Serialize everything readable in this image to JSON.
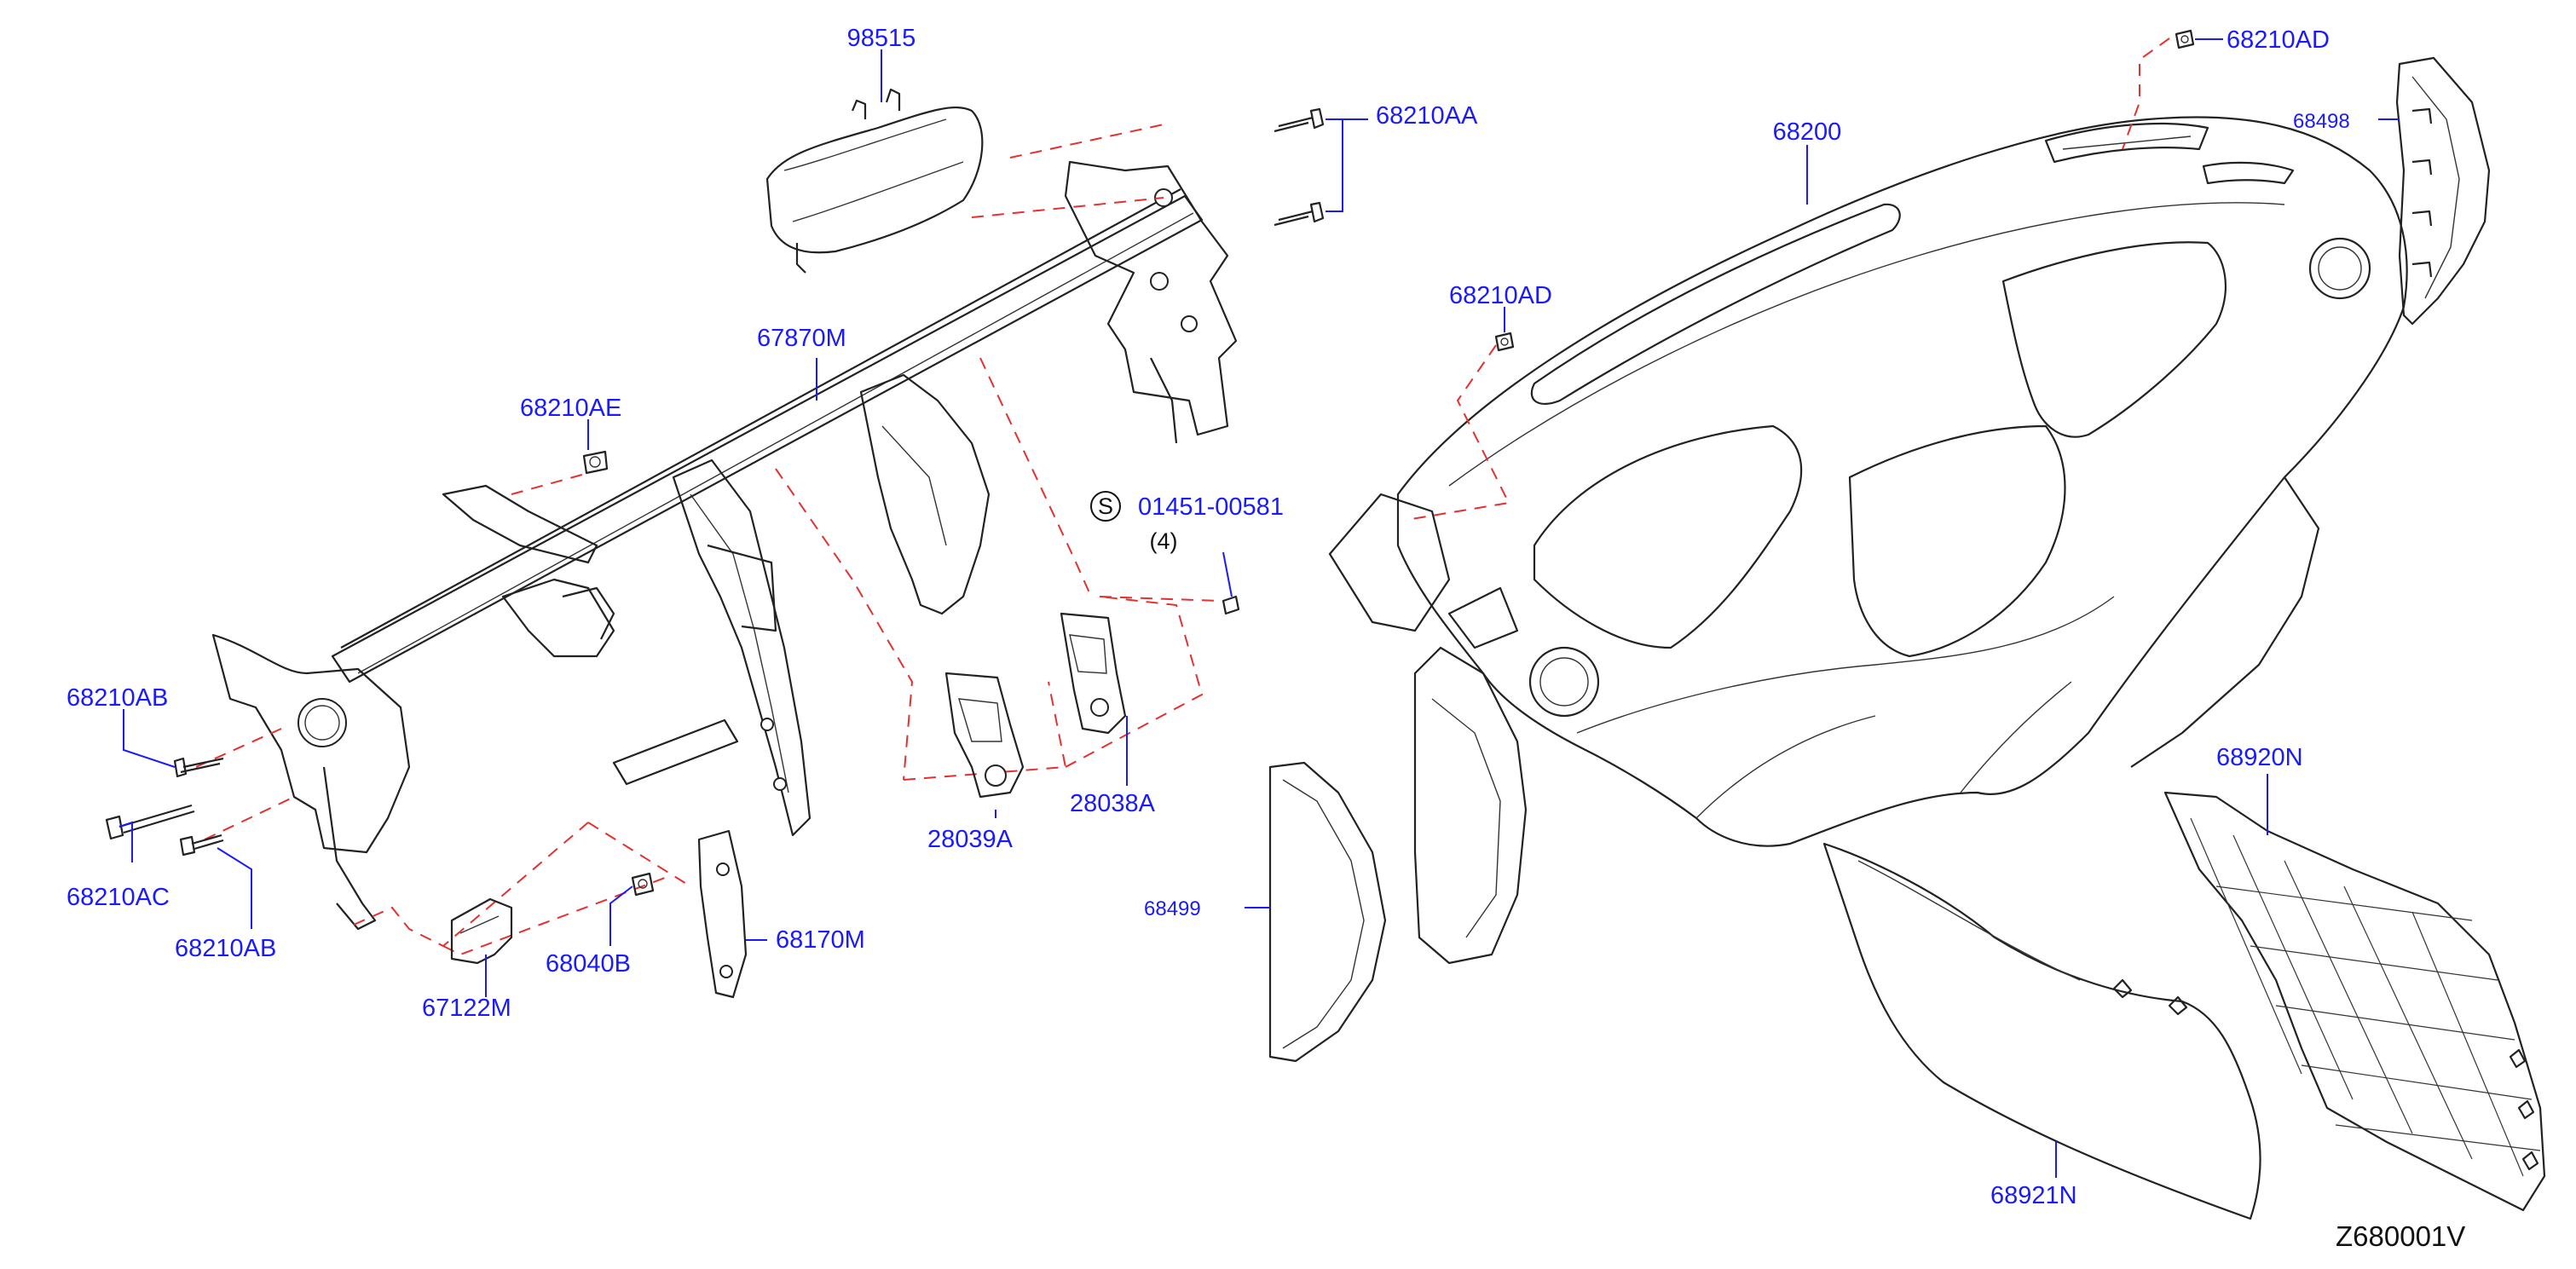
{
  "diagram_id": "Z680001V",
  "labels": {
    "p98515": "98515",
    "p68210AA": "68210AA",
    "p68210AD_top": "68210AD",
    "p68498": "68498",
    "p68200": "68200",
    "p68210AD_mid": "68210AD",
    "p67870M": "67870M",
    "p68210AE": "68210AE",
    "p01451": "01451-00581",
    "p01451_qty": "(4)",
    "s_symbol": "S",
    "p68210AB_left": "68210AB",
    "p68210AC": "68210AC",
    "p68210AB_bottom": "68210AB",
    "p28039A": "28039A",
    "p28038A": "28038A",
    "p68499": "68499",
    "p68920N": "68920N",
    "p67122M": "67122M",
    "p68040B": "68040B",
    "p68170M": "68170M",
    "p68921N": "68921N"
  },
  "colors": {
    "label": "#1a1aff",
    "dashed_guide": "#e53030",
    "line_art": "#222222"
  }
}
